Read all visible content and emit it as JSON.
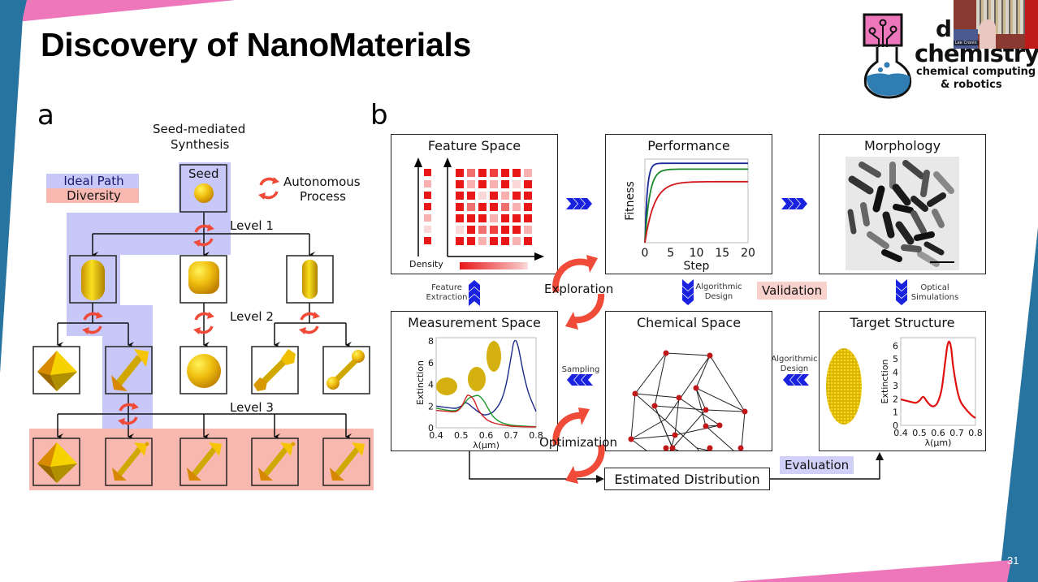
{
  "slide": {
    "title": "Discovery of NanoMaterials",
    "page_number": "31",
    "colors": {
      "blue_stripe": "#2874a0",
      "pink_stripe": "#ee77bb",
      "ideal_path": "#c8c8f8",
      "diversity": "#f8b8b0",
      "cycle_arrow": "#f04a38",
      "flow_arrow": "#1a22e0"
    }
  },
  "logo": {
    "line1": "di",
    "line2": "chemistry",
    "line3": "chemical computing",
    "line4": "& robotics",
    "webcam_name": "Lee Cronin"
  },
  "panel_a": {
    "letter": "a",
    "heading_line1": "Seed-mediated",
    "heading_line2": "Synthesis",
    "legend": {
      "ideal": "Ideal Path",
      "diversity": "Diversity"
    },
    "autonomous_line1": "Autonomous",
    "autonomous_line2": "Process",
    "seed_label": "Seed",
    "levels": [
      "Level 1",
      "Level 2",
      "Level 3"
    ],
    "level1_shapes": [
      "elongated-ellipsoid",
      "rounded-cube",
      "thin-rod"
    ],
    "level2_shapes": [
      "octahedron",
      "bipyramid-rod",
      "sphere",
      "faceted-dumbbell",
      "dumbbell"
    ],
    "level3_shapes": [
      "octahedron",
      "bipyramid-rod",
      "bipyramid-rod",
      "bipyramid-rod",
      "bipyramid-rod"
    ]
  },
  "panel_b": {
    "letter": "b",
    "boxes": {
      "feature_space": {
        "title": "Feature Space",
        "density_label": "Density"
      },
      "performance": {
        "title": "Performance"
      },
      "morphology": {
        "title": "Morphology"
      },
      "measurement_space": {
        "title": "Measurement Space"
      },
      "chemical_space": {
        "title": "Chemical Space"
      },
      "target_structure": {
        "title": "Target Structure"
      },
      "estimated_distribution": {
        "title": "Estimated Distribution"
      }
    },
    "flow_labels": {
      "feature_extraction_1": "Feature",
      "feature_extraction_2": "Extraction",
      "algorithmic_design_1": "Algorithmic",
      "algorithmic_design_2": "Design",
      "optical_1": "Optical",
      "optical_2": "Simulations",
      "sampling": "Sampling",
      "algo2_1": "Algorithmic",
      "algo2_2": "Design"
    },
    "cycle_labels": {
      "exploration": "Exploration",
      "optimization": "Optimization"
    },
    "tags": {
      "validation": "Validation",
      "evaluation": "Evaluation"
    }
  },
  "chart_data": [
    {
      "type": "line",
      "title": "Performance",
      "xlabel": "Step",
      "ylabel": "Fitness",
      "x_ticks": [
        "0",
        "5",
        "10",
        "15",
        "20"
      ],
      "xlim": [
        0,
        20
      ],
      "ylim": [
        0,
        1
      ],
      "series": [
        {
          "name": "blue",
          "color": "#1a2a9a",
          "plateau": 0.95,
          "rate": 2.2
        },
        {
          "name": "green",
          "color": "#1a8a2a",
          "plateau": 0.88,
          "rate": 1.1
        },
        {
          "name": "red",
          "color": "#d01818",
          "plateau": 0.73,
          "rate": 0.55
        }
      ]
    },
    {
      "type": "line",
      "title": "Measurement Space",
      "xlabel": "λ(μm)",
      "ylabel": "Extinction",
      "x_ticks": [
        "0.4",
        "0.5",
        "0.6",
        "0.7",
        "0.8"
      ],
      "y_ticks": [
        "0",
        "2",
        "4",
        "6",
        "8"
      ],
      "xlim": [
        0.4,
        0.8
      ],
      "ylim": [
        0,
        8.3
      ],
      "series": [
        {
          "name": "blue",
          "color": "#1a2a8a",
          "x": [
            0.4,
            0.45,
            0.48,
            0.5,
            0.52,
            0.55,
            0.58,
            0.6,
            0.63,
            0.66,
            0.68,
            0.7,
            0.71,
            0.72,
            0.73,
            0.75,
            0.77,
            0.8
          ],
          "y": [
            2.0,
            1.85,
            1.8,
            2.0,
            2.3,
            1.8,
            1.3,
            1.2,
            1.5,
            2.5,
            4.0,
            6.5,
            7.8,
            8.0,
            7.3,
            5.0,
            3.2,
            1.5
          ]
        },
        {
          "name": "green",
          "color": "#1a9a2a",
          "x": [
            0.4,
            0.45,
            0.48,
            0.5,
            0.53,
            0.55,
            0.57,
            0.59,
            0.61,
            0.63,
            0.66,
            0.7,
            0.75,
            0.8
          ],
          "y": [
            1.8,
            1.6,
            1.6,
            1.9,
            2.7,
            2.9,
            2.95,
            2.5,
            1.7,
            1.0,
            0.5,
            0.25,
            0.15,
            0.1
          ]
        },
        {
          "name": "red",
          "color": "#d02020",
          "x": [
            0.4,
            0.45,
            0.48,
            0.5,
            0.52,
            0.53,
            0.55,
            0.57,
            0.6,
            0.63,
            0.67,
            0.7,
            0.75,
            0.8
          ],
          "y": [
            1.6,
            1.5,
            1.5,
            1.9,
            2.8,
            3.0,
            2.6,
            1.6,
            0.8,
            0.45,
            0.25,
            0.15,
            0.1,
            0.08
          ]
        }
      ]
    },
    {
      "type": "line",
      "title": "Target Structure",
      "xlabel": "λ(μm)",
      "ylabel": "Extinction",
      "x_ticks": [
        "0.4",
        "0.5",
        "0.6",
        "0.7",
        "0.8"
      ],
      "y_ticks": [
        "0",
        "1",
        "2",
        "3",
        "4",
        "5",
        "6"
      ],
      "xlim": [
        0.4,
        0.8
      ],
      "ylim": [
        0,
        6.6
      ],
      "series": [
        {
          "name": "red",
          "color": "#e01010",
          "x": [
            0.4,
            0.43,
            0.46,
            0.48,
            0.5,
            0.52,
            0.54,
            0.56,
            0.58,
            0.6,
            0.62,
            0.64,
            0.65,
            0.66,
            0.67,
            0.68,
            0.7,
            0.72,
            0.75,
            0.78,
            0.8
          ],
          "y": [
            1.95,
            1.85,
            1.75,
            1.7,
            1.85,
            2.15,
            1.8,
            1.5,
            1.45,
            1.8,
            2.8,
            5.0,
            6.0,
            6.3,
            5.8,
            4.5,
            2.8,
            1.8,
            1.2,
            0.75,
            0.55
          ]
        }
      ]
    }
  ]
}
